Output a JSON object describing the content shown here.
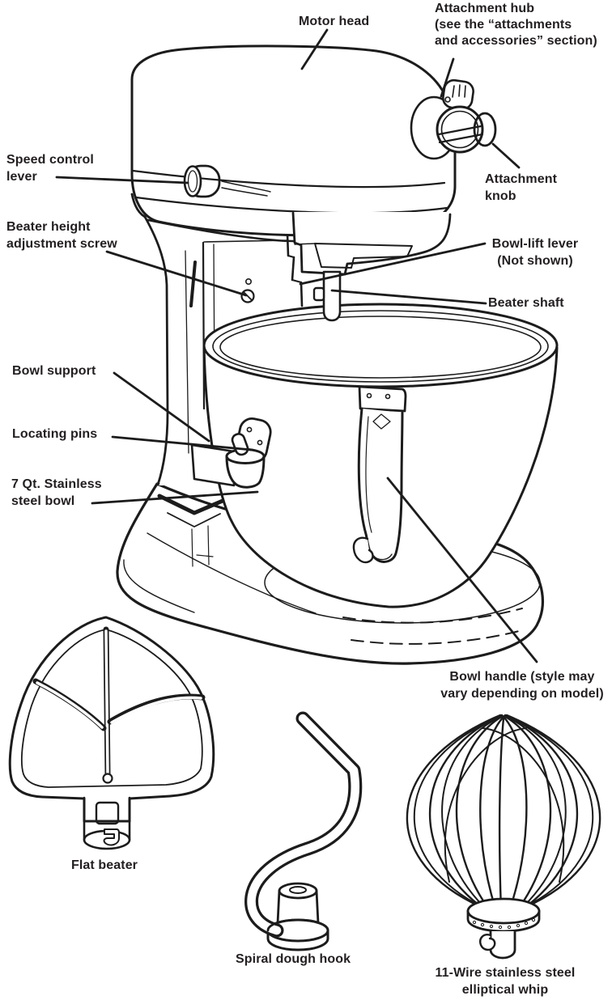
{
  "figure": {
    "subject": "stand-mixer-parts-diagram",
    "ink_color": "#1c1c1c",
    "label_color": "#231f20"
  },
  "labels": {
    "motor_head": {
      "text": "Motor head"
    },
    "attachment_hub": {
      "line1": "Attachment hub",
      "line2": "(see the “attachments",
      "line3": "and accessories” section)"
    },
    "speed_control": {
      "line1": "Speed control",
      "line2": "lever"
    },
    "beater_height": {
      "line1": "Beater height",
      "line2": "adjustment screw"
    },
    "attachment_knob": {
      "line1": "Attachment",
      "line2": "knob"
    },
    "bowl_lift": {
      "line1": "Bowl-lift lever",
      "line2": "(Not shown)"
    },
    "beater_shaft": {
      "text": "Beater shaft"
    },
    "bowl_support": {
      "text": "Bowl support"
    },
    "locating_pins": {
      "text": "Locating pins"
    },
    "stainless_bowl": {
      "line1": "7 Qt. Stainless",
      "line2": "steel bowl"
    },
    "bowl_handle": {
      "line1": "Bowl handle (style may",
      "line2": "vary depending on model)"
    },
    "flat_beater": {
      "text": "Flat beater"
    },
    "dough_hook": {
      "text": "Spiral dough hook"
    },
    "whip": {
      "line1": "11-Wire stainless steel",
      "line2": "elliptical whip"
    }
  }
}
